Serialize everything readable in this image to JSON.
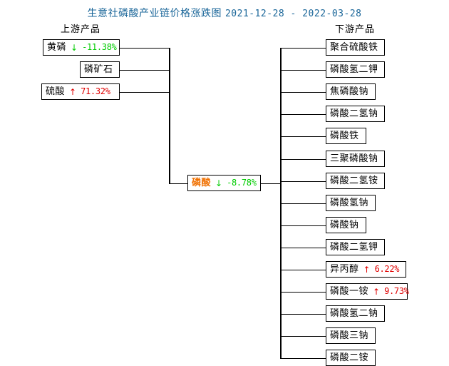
{
  "title": {
    "text": "生意社磷酸产业链价格涨跌图",
    "date_range": "2021-12-28 - 2022-03-28"
  },
  "colors": {
    "title": "#1a6699",
    "up": "#e00000",
    "down": "#00cc00",
    "center_node": "#f07000",
    "box_border": "#000000",
    "background": "#ffffff"
  },
  "headers": {
    "upstream": "上游产品",
    "downstream": "下游产品"
  },
  "center": {
    "name": "磷酸",
    "arrow": "↓",
    "direction": "down",
    "change": "-8.78%"
  },
  "upstream": [
    {
      "name": "黄磷",
      "arrow": "↓",
      "direction": "down",
      "change": "-11.38%"
    },
    {
      "name": "磷矿石",
      "arrow": "",
      "direction": "none",
      "change": ""
    },
    {
      "name": "硫酸",
      "arrow": "↑",
      "direction": "up",
      "change": "71.32%"
    }
  ],
  "downstream": [
    {
      "name": "聚合硫酸铁",
      "arrow": "",
      "direction": "none",
      "change": ""
    },
    {
      "name": "磷酸氢二钾",
      "arrow": "",
      "direction": "none",
      "change": ""
    },
    {
      "name": "焦磷酸钠",
      "arrow": "",
      "direction": "none",
      "change": ""
    },
    {
      "name": "磷酸二氢钠",
      "arrow": "",
      "direction": "none",
      "change": ""
    },
    {
      "name": "磷酸铁",
      "arrow": "",
      "direction": "none",
      "change": ""
    },
    {
      "name": "三聚磷酸钠",
      "arrow": "",
      "direction": "none",
      "change": ""
    },
    {
      "name": "磷酸二氢铵",
      "arrow": "",
      "direction": "none",
      "change": ""
    },
    {
      "name": "磷酸氢钠",
      "arrow": "",
      "direction": "none",
      "change": ""
    },
    {
      "name": "磷酸钠",
      "arrow": "",
      "direction": "none",
      "change": ""
    },
    {
      "name": "磷酸二氢钾",
      "arrow": "",
      "direction": "none",
      "change": ""
    },
    {
      "name": "异丙醇",
      "arrow": "↑",
      "direction": "up",
      "change": "6.22%"
    },
    {
      "name": "磷酸一铵",
      "arrow": "↑",
      "direction": "up",
      "change": "9.73%"
    },
    {
      "name": "磷酸氢二钠",
      "arrow": "",
      "direction": "none",
      "change": ""
    },
    {
      "name": "磷酸三钠",
      "arrow": "",
      "direction": "none",
      "change": ""
    },
    {
      "name": "磷酸二铵",
      "arrow": "",
      "direction": "none",
      "change": ""
    }
  ]
}
